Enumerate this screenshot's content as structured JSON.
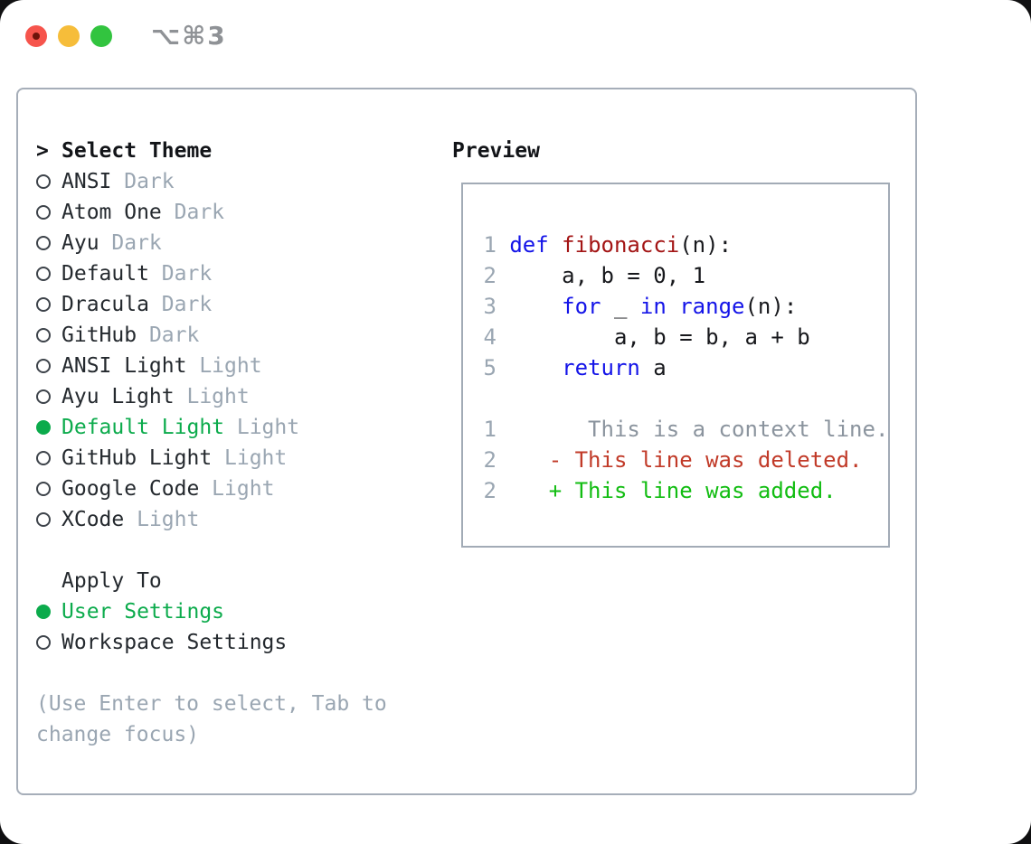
{
  "titlebar": {
    "shortcut": "⌥⌘3",
    "traffic_lights": [
      "close",
      "minimize",
      "zoom"
    ]
  },
  "theme_menu": {
    "prompt": ">",
    "title": "Select Theme",
    "items": [
      {
        "name": "ANSI",
        "variant": "Dark",
        "selected": false
      },
      {
        "name": "Atom One",
        "variant": "Dark",
        "selected": false
      },
      {
        "name": "Ayu",
        "variant": "Dark",
        "selected": false
      },
      {
        "name": "Default",
        "variant": "Dark",
        "selected": false
      },
      {
        "name": "Dracula",
        "variant": "Dark",
        "selected": false
      },
      {
        "name": "GitHub",
        "variant": "Dark",
        "selected": false
      },
      {
        "name": "ANSI Light",
        "variant": "Light",
        "selected": false
      },
      {
        "name": "Ayu Light",
        "variant": "Light",
        "selected": false
      },
      {
        "name": "Default Light",
        "variant": "Light",
        "selected": true
      },
      {
        "name": "GitHub Light",
        "variant": "Light",
        "selected": false
      },
      {
        "name": "Google Code",
        "variant": "Light",
        "selected": false
      },
      {
        "name": "XCode",
        "variant": "Light",
        "selected": false
      }
    ]
  },
  "apply_to": {
    "title": "Apply To",
    "options": [
      {
        "label": "User Settings",
        "selected": true
      },
      {
        "label": "Workspace Settings",
        "selected": false
      }
    ]
  },
  "hint": "(Use Enter to select, Tab to change focus)",
  "preview": {
    "title": "Preview",
    "lines": [
      {
        "num": "1",
        "tokens": [
          {
            "text": "def",
            "style": "keyword"
          },
          {
            "text": " ",
            "style": "code"
          },
          {
            "text": "fibonacci",
            "style": "function"
          },
          {
            "text": "(n):",
            "style": "code"
          }
        ]
      },
      {
        "num": "2",
        "tokens": [
          {
            "text": "    a, b = 0, 1",
            "style": "code"
          }
        ]
      },
      {
        "num": "3",
        "tokens": [
          {
            "text": "    ",
            "style": "code"
          },
          {
            "text": "for",
            "style": "keyword"
          },
          {
            "text": " _ ",
            "style": "code"
          },
          {
            "text": "in",
            "style": "keyword"
          },
          {
            "text": " ",
            "style": "code"
          },
          {
            "text": "range",
            "style": "keyword"
          },
          {
            "text": "(n):",
            "style": "code"
          }
        ]
      },
      {
        "num": "4",
        "tokens": [
          {
            "text": "        a, b = b, a + b",
            "style": "code"
          }
        ]
      },
      {
        "num": "5",
        "tokens": [
          {
            "text": "    ",
            "style": "code"
          },
          {
            "text": "return",
            "style": "keyword"
          },
          {
            "text": " a",
            "style": "code"
          }
        ]
      },
      {
        "num": "",
        "tokens": []
      },
      {
        "num": "1",
        "tokens": [
          {
            "text": "      This is a context line.",
            "style": "context"
          }
        ]
      },
      {
        "num": "2",
        "tokens": [
          {
            "text": "   - This line was deleted.",
            "style": "deleted"
          }
        ]
      },
      {
        "num": "2",
        "tokens": [
          {
            "text": "   + This line was added.",
            "style": "added"
          }
        ]
      }
    ]
  },
  "colors": {
    "selection_green": "#0cab4c",
    "added_green": "#12bd12",
    "deleted_red": "#c13a28",
    "keyword_blue": "#1414e8",
    "function_red": "#a31515",
    "muted_gray": "#9aa6b2",
    "context_gray": "#8b949e",
    "text_dark": "#24292e",
    "panel_border": "#a6aeb9",
    "traffic_red": "#f6544c",
    "traffic_yellow": "#f6bd3a",
    "traffic_green": "#32c43f"
  }
}
